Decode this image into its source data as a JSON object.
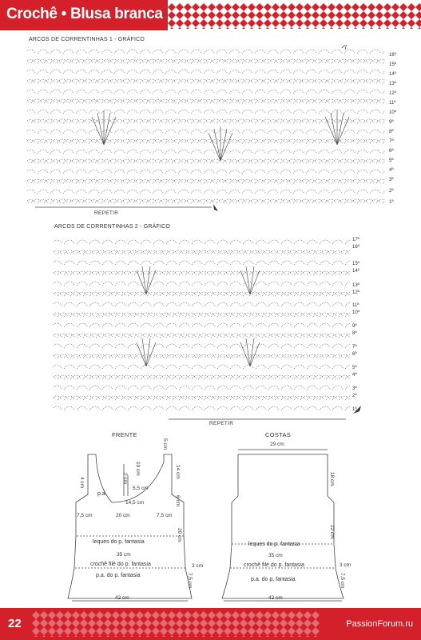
{
  "header": {
    "title": "Crochê • Blusa branca",
    "color": "#d3202a"
  },
  "chart1": {
    "title": "ARCOS DE CORRENTINHAS 1 - GRÁFICO",
    "rows": [
      "16ª",
      "15ª",
      "14ª",
      "13ª",
      "12ª",
      "11ª",
      "10ª",
      "9ª",
      "8ª",
      "7ª",
      "6ª",
      "5ª",
      "4ª",
      "3ª",
      "2ª",
      "1ª"
    ],
    "repeat_label": "REPETIR"
  },
  "chart2": {
    "title": "ARCOS DE CORRENTINHAS 2 - GRÁFICO",
    "rows": [
      "17ª",
      "16ª",
      "15ª",
      "14ª",
      "13ª",
      "12ª",
      "11ª",
      "10ª",
      "9ª",
      "8ª",
      "7ª",
      "6ª",
      "5ª",
      "4ª",
      "3ª",
      "2ª",
      "1ª"
    ],
    "repeat_label": "REPETIR"
  },
  "front": {
    "title": "FRENTE",
    "dims": {
      "strap": "5 cm",
      "neck_depth": "10 cm",
      "neck_step": "2 cm",
      "neck_small": "5,5 cm",
      "neck_width": "14,5 cm",
      "armhole_height": "14 cm",
      "side_left": "4 cm",
      "side_right": "6 cm",
      "armhole_left": "7,5 cm",
      "chest": "20 cm",
      "armhole_right": "7,5 cm",
      "body_height": "20 cm",
      "width_35": "35 cm",
      "border_height_3": "3 cm",
      "border_height_75": "7,5 cm",
      "hem": "42 cm"
    },
    "labels": {
      "pa": "p.a.",
      "leques": "leques do p. fantasia",
      "file": "crochê filé do p. fantasia",
      "pa_fantasia": "p.a. do p. fantasia"
    }
  },
  "back": {
    "title": "COSTAS",
    "dims": {
      "top": "29 cm",
      "armhole_height": "18 cm",
      "body_height": "22 cm",
      "width_35": "35 cm",
      "border_height_3": "3 cm",
      "border_height_75": "7,5 cm",
      "hem": "42 cm"
    },
    "labels": {
      "leques": "leques do p. fantasia",
      "file": "crochê filé do p. fantasia",
      "pa_fantasia": "p.a. do p. fantasia"
    }
  },
  "footer": {
    "page": "22",
    "site": "PassionForum.ru",
    "color": "#d3202a"
  }
}
